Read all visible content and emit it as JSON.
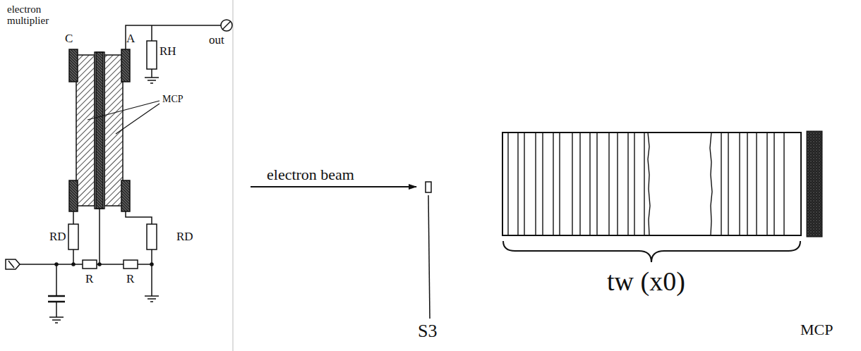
{
  "diagram": {
    "labels": [
      "electron multiplier",
      "C",
      "A",
      "RH",
      "out",
      "MCP",
      "RD",
      "R",
      "R",
      "RD",
      "electron beam",
      "S3",
      "tw (x0)",
      "MCP"
    ]
  }
}
